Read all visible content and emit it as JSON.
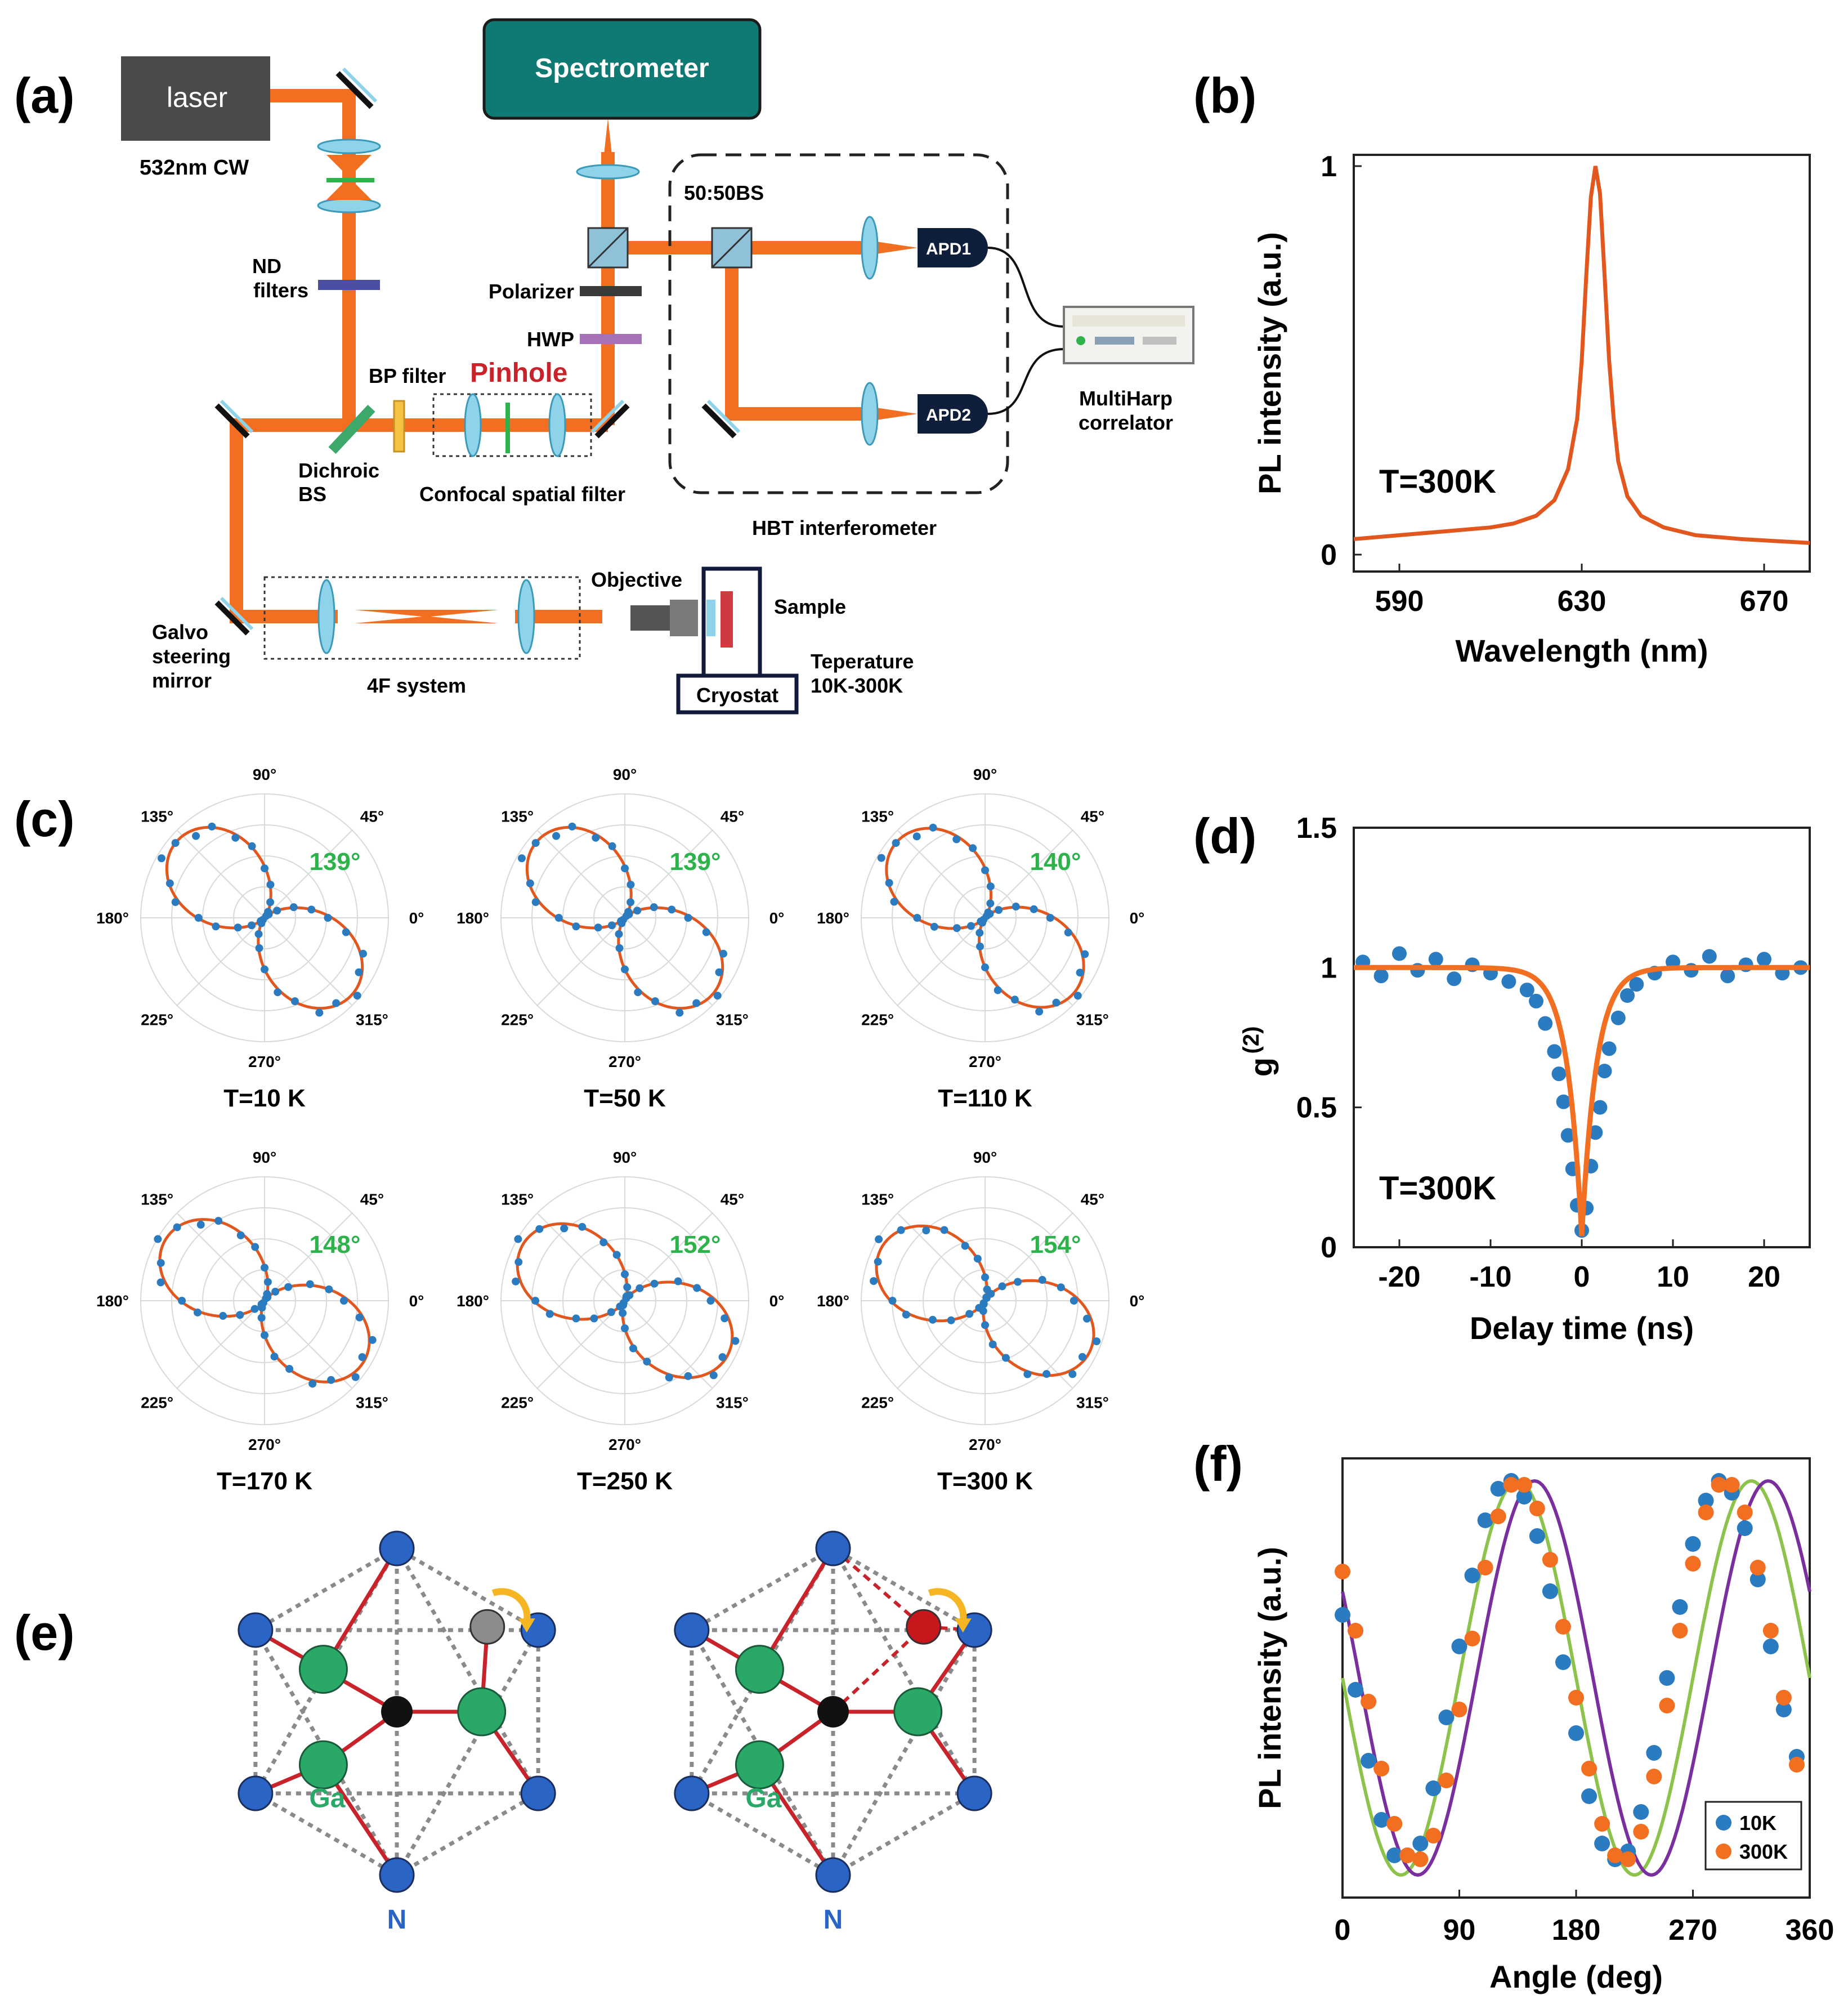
{
  "panels": {
    "a": {
      "tag": "(a)",
      "laser": "laser",
      "laser_caption": "532nm CW",
      "spectrometer": "Spectrometer",
      "nd_line1": "ND",
      "nd_line2": "filters",
      "bs5050": "50:50BS",
      "apd1": "APD1",
      "apd2": "APD2",
      "polarizer": "Polarizer",
      "hwp": "HWP",
      "bp_filter": "BP filter",
      "pinhole": "Pinhole",
      "dichroic_line1": "Dichroic",
      "dichroic_line2": "BS",
      "confocal": "Confocal spatial filter",
      "hbt": "HBT interferometer",
      "multiharp_line1": "MultiHarp",
      "multiharp_line2": "correlator",
      "objective": "Objective",
      "sample": "Sample",
      "temp_line1": "Teperature",
      "temp_line2": "10K-300K",
      "cryostat": "Cryostat",
      "galvo_line1": "Galvo",
      "galvo_line2": "steering",
      "galvo_line3": "mirror",
      "fourf": "4F system"
    },
    "b": {
      "tag": "(b)"
    },
    "c": {
      "tag": "(c)",
      "angle_labels": [
        "0°",
        "45°",
        "90°",
        "135°",
        "180°",
        "225°",
        "270°",
        "315°"
      ],
      "plots": [
        {
          "temp": "T=10 K",
          "angle_text": "139°",
          "angle_deg": 139
        },
        {
          "temp": "T=50 K",
          "angle_text": "139°",
          "angle_deg": 139
        },
        {
          "temp": "T=110 K",
          "angle_text": "140°",
          "angle_deg": 140
        },
        {
          "temp": "T=170 K",
          "angle_text": "148°",
          "angle_deg": 148
        },
        {
          "temp": "T=250 K",
          "angle_text": "152°",
          "angle_deg": 152
        },
        {
          "temp": "T=300 K",
          "angle_text": "154°",
          "angle_deg": 154
        }
      ]
    },
    "d": {
      "tag": "(d)"
    },
    "e": {
      "tag": "(e)",
      "ga_label": "Ga",
      "n_label": "N"
    },
    "f": {
      "tag": "(f)"
    }
  },
  "colors": {
    "beam": "#f26f21",
    "fit_orange": "#e2571e",
    "data_blue": "#2b7bc0",
    "spectrometer": "#0f7a73",
    "laser_box": "#4a4a4a",
    "angle_green": "#2db34a",
    "pinhole_red": "#c8222a",
    "ga_green": "#2aa868",
    "n_blue": "#2a64c4",
    "bond_red": "#c8222a",
    "fit_green": "#8cc34a",
    "fit_purple": "#7b2f9e"
  },
  "chart_data": [
    {
      "panel": "b",
      "type": "line",
      "xlabel": "Wavelength (nm)",
      "ylabel": "PL intensity (a.u.)",
      "xlim": [
        580,
        680
      ],
      "ylim": [
        0,
        1
      ],
      "xticks": [
        590,
        630,
        670
      ],
      "yticks": [
        0,
        1
      ],
      "annotation": "T=300K",
      "series": [
        {
          "x": [
            580,
            590,
            600,
            610,
            615,
            620,
            624,
            627,
            629,
            630,
            631,
            632,
            633,
            634,
            635,
            636,
            637,
            638,
            640,
            643,
            648,
            655,
            665,
            680
          ],
          "y": [
            0.04,
            0.05,
            0.06,
            0.07,
            0.08,
            0.1,
            0.14,
            0.22,
            0.35,
            0.5,
            0.72,
            0.92,
            1.0,
            0.93,
            0.72,
            0.5,
            0.35,
            0.24,
            0.15,
            0.1,
            0.07,
            0.05,
            0.04,
            0.03
          ]
        }
      ]
    },
    {
      "panel": "d",
      "type": "scatter",
      "xlabel": "Delay time (ns)",
      "ylabel": "g(2)",
      "ylabel_main": "g",
      "ylabel_sup": "(2)",
      "xlim": [
        -25,
        25
      ],
      "ylim": [
        0,
        1.5
      ],
      "xticks": [
        -20,
        -10,
        0,
        10,
        20
      ],
      "yticks": [
        0,
        0.5,
        1,
        1.5
      ],
      "annotation": "T=300K",
      "fit": {
        "model": "1 - a*exp(-|t|/tau)",
        "a": 0.96,
        "tau": 1.6
      },
      "series": [
        {
          "name": "data",
          "x": [
            -24,
            -22,
            -20,
            -18,
            -16,
            -14,
            -12,
            -10,
            -8,
            -6,
            -5,
            -4,
            -3,
            -2.5,
            -2,
            -1.5,
            -1,
            -0.5,
            0,
            0.5,
            1,
            1.5,
            2,
            2.5,
            3,
            4,
            5,
            6,
            8,
            10,
            12,
            14,
            16,
            18,
            20,
            22,
            24
          ],
          "y": [
            1.02,
            0.97,
            1.05,
            0.99,
            1.03,
            0.96,
            1.01,
            0.98,
            0.95,
            0.92,
            0.88,
            0.8,
            0.7,
            0.62,
            0.52,
            0.4,
            0.28,
            0.15,
            0.06,
            0.14,
            0.29,
            0.41,
            0.5,
            0.63,
            0.71,
            0.82,
            0.9,
            0.94,
            0.98,
            1.02,
            0.99,
            1.04,
            0.97,
            1.01,
            1.03,
            0.98,
            1.0
          ]
        }
      ]
    },
    {
      "panel": "f",
      "type": "scatter",
      "xlabel": "Angle (deg)",
      "ylabel": "PL intensity (a.u.)",
      "xlim": [
        0,
        360
      ],
      "ylim": [
        0,
        1
      ],
      "xticks": [
        0,
        90,
        180,
        270,
        360
      ],
      "legend_position": "bottom-right",
      "series": [
        {
          "name": "10K",
          "x": [
            0,
            10,
            20,
            30,
            40,
            50,
            60,
            70,
            80,
            90,
            100,
            110,
            120,
            130,
            140,
            150,
            160,
            170,
            180,
            190,
            200,
            210,
            220,
            230,
            240,
            250,
            260,
            270,
            280,
            290,
            300,
            310,
            320,
            330,
            340,
            350
          ],
          "y": [
            0.66,
            0.47,
            0.29,
            0.14,
            0.05,
            0.05,
            0.08,
            0.22,
            0.4,
            0.58,
            0.76,
            0.9,
            0.98,
            1.0,
            0.96,
            0.86,
            0.72,
            0.54,
            0.36,
            0.2,
            0.08,
            0.04,
            0.06,
            0.16,
            0.31,
            0.5,
            0.68,
            0.84,
            0.95,
            1.0,
            0.97,
            0.88,
            0.75,
            0.58,
            0.42,
            0.3
          ]
        },
        {
          "name": "300K",
          "x": [
            0,
            10,
            20,
            30,
            40,
            50,
            60,
            70,
            80,
            90,
            100,
            110,
            120,
            130,
            140,
            150,
            160,
            170,
            180,
            190,
            200,
            210,
            220,
            230,
            240,
            250,
            260,
            270,
            280,
            290,
            300,
            310,
            320,
            330,
            340,
            350
          ],
          "y": [
            0.77,
            0.62,
            0.44,
            0.27,
            0.13,
            0.05,
            0.04,
            0.1,
            0.24,
            0.42,
            0.6,
            0.78,
            0.91,
            0.99,
            0.99,
            0.93,
            0.8,
            0.63,
            0.45,
            0.27,
            0.13,
            0.05,
            0.04,
            0.11,
            0.25,
            0.43,
            0.62,
            0.79,
            0.92,
            0.99,
            0.99,
            0.92,
            0.78,
            0.62,
            0.45,
            0.28
          ]
        }
      ]
    }
  ]
}
